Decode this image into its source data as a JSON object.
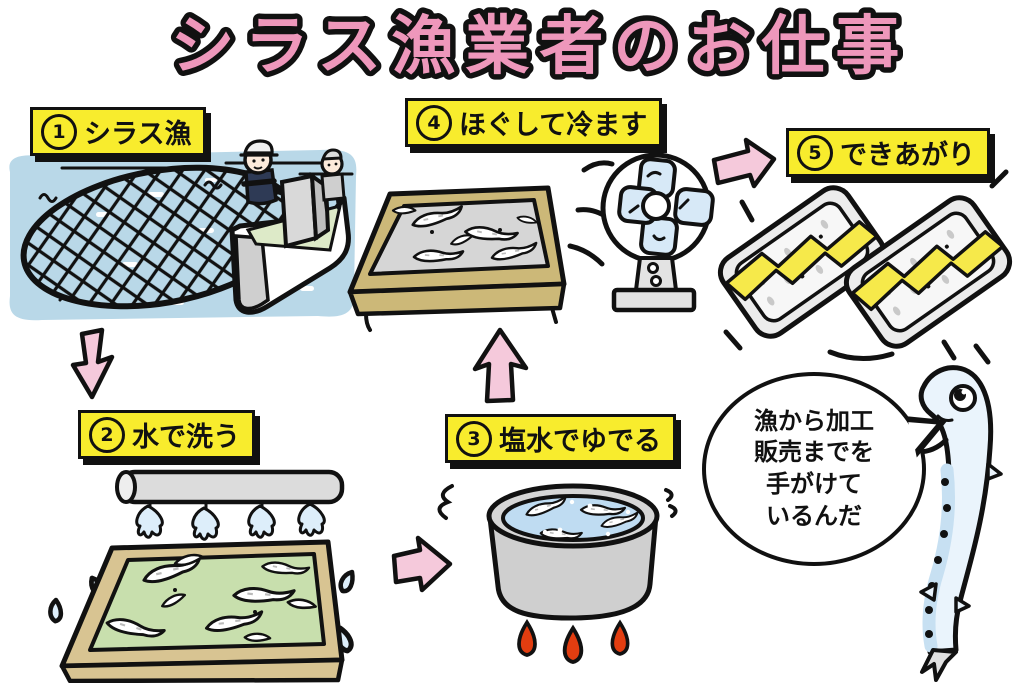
{
  "title": "シラス漁業者のお仕事",
  "steps": [
    {
      "number": "1",
      "label": "シラス漁"
    },
    {
      "number": "2",
      "label": "水で洗う"
    },
    {
      "number": "3",
      "label": "塩水でゆでる"
    },
    {
      "number": "4",
      "label": "ほぐして冷ます"
    },
    {
      "number": "5",
      "label": "できあがり"
    }
  ],
  "speech_bubble": {
    "lines": [
      "漁から加工",
      "販売までを",
      "手がけて",
      "いるんだ"
    ]
  },
  "colors": {
    "titlepink": "#ee97bb",
    "label": "#f8ec2d",
    "arrow": "#f5c9db",
    "sea": "#b9d8e8",
    "water": "#bfdcf2",
    "splash": "#ddeefa",
    "tan": "#d8c492",
    "tan2": "#ccb878",
    "green": "#c8dfad",
    "metal": "#cfcfcf",
    "fanblue": "#d7e9f7",
    "flame": "#e23d10",
    "pkg": "#ececec",
    "band": "#f6e94a",
    "fishbody": "#eaf4fc",
    "fishstripe": "#c7e0f2",
    "skin": "#fceadb",
    "navy": "#2e3a55"
  }
}
